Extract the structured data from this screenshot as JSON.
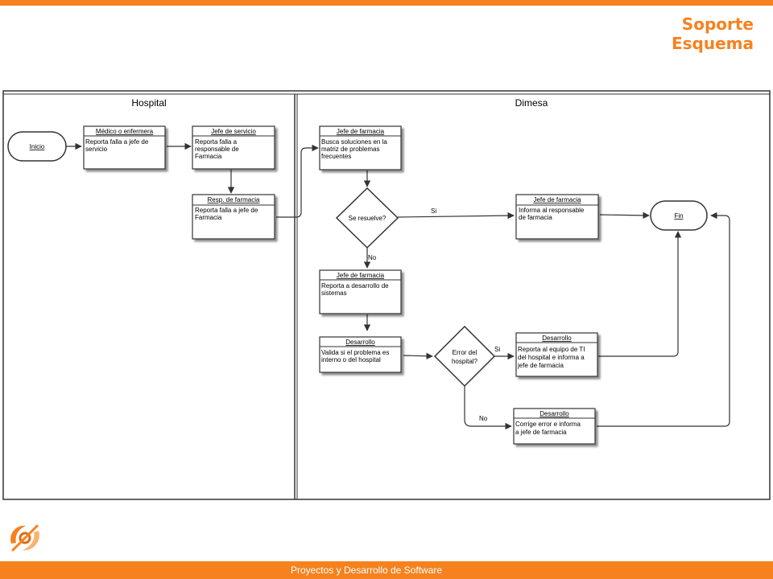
{
  "header": {
    "title_line1": "Soporte",
    "title_line2": "Esquema"
  },
  "footer": {
    "text": "Proyectos y Desarrollo de Software"
  },
  "colors": {
    "accent": "#f5821f",
    "line": "#333333"
  },
  "lanes": {
    "hospital": "Hospital",
    "dimesa": "Dimesa"
  },
  "terminals": {
    "start": "Inicio",
    "end": "Fin"
  },
  "boxes": {
    "medico": {
      "role": "Médico o enfermera",
      "lines": [
        "Reporta falla a jefe de",
        "servicio"
      ]
    },
    "jefe_servicio": {
      "role": "Jefe de servicio",
      "lines": [
        "Reporta falla a",
        "responsable de",
        "Farmacia"
      ]
    },
    "resp_farmacia": {
      "role": "Resp. de farmacia",
      "lines": [
        "Reporta falla a jefe de",
        "Farmacia"
      ]
    },
    "jefe_farmacia_1": {
      "role": "Jefe de farmacia",
      "lines": [
        "Busca soluciones en la",
        "matriz de problemas",
        "frecuentes"
      ]
    },
    "jefe_farmacia_2": {
      "role": "Jefe de farmacia",
      "lines": [
        "Informa al responsable",
        "de farmacia"
      ]
    },
    "jefe_farmacia_3": {
      "role": "Jefe de farmacia",
      "lines": [
        "Reporta a desarrollo de",
        "sistemas"
      ]
    },
    "desarrollo_1": {
      "role": "Desarrollo",
      "lines": [
        "Valida si el problema es",
        "interno o del hospital"
      ]
    },
    "desarrollo_2": {
      "role": "Desarrollo",
      "lines": [
        "Reporta al equipo de TI",
        "del hospital e informa a",
        "jefe de farmacia"
      ]
    },
    "desarrollo_3": {
      "role": "Desarrollo",
      "lines": [
        "Corrige error e informa",
        "a jefe de farmacia"
      ]
    }
  },
  "decisions": {
    "resuelve": {
      "lines": [
        "Se resuelve?"
      ]
    },
    "error": {
      "lines": [
        "Error del",
        "hospital?"
      ]
    }
  },
  "edge_labels": {
    "yes_1": "Si",
    "no_1": "No",
    "yes_2": "Si",
    "no_2": "No"
  }
}
